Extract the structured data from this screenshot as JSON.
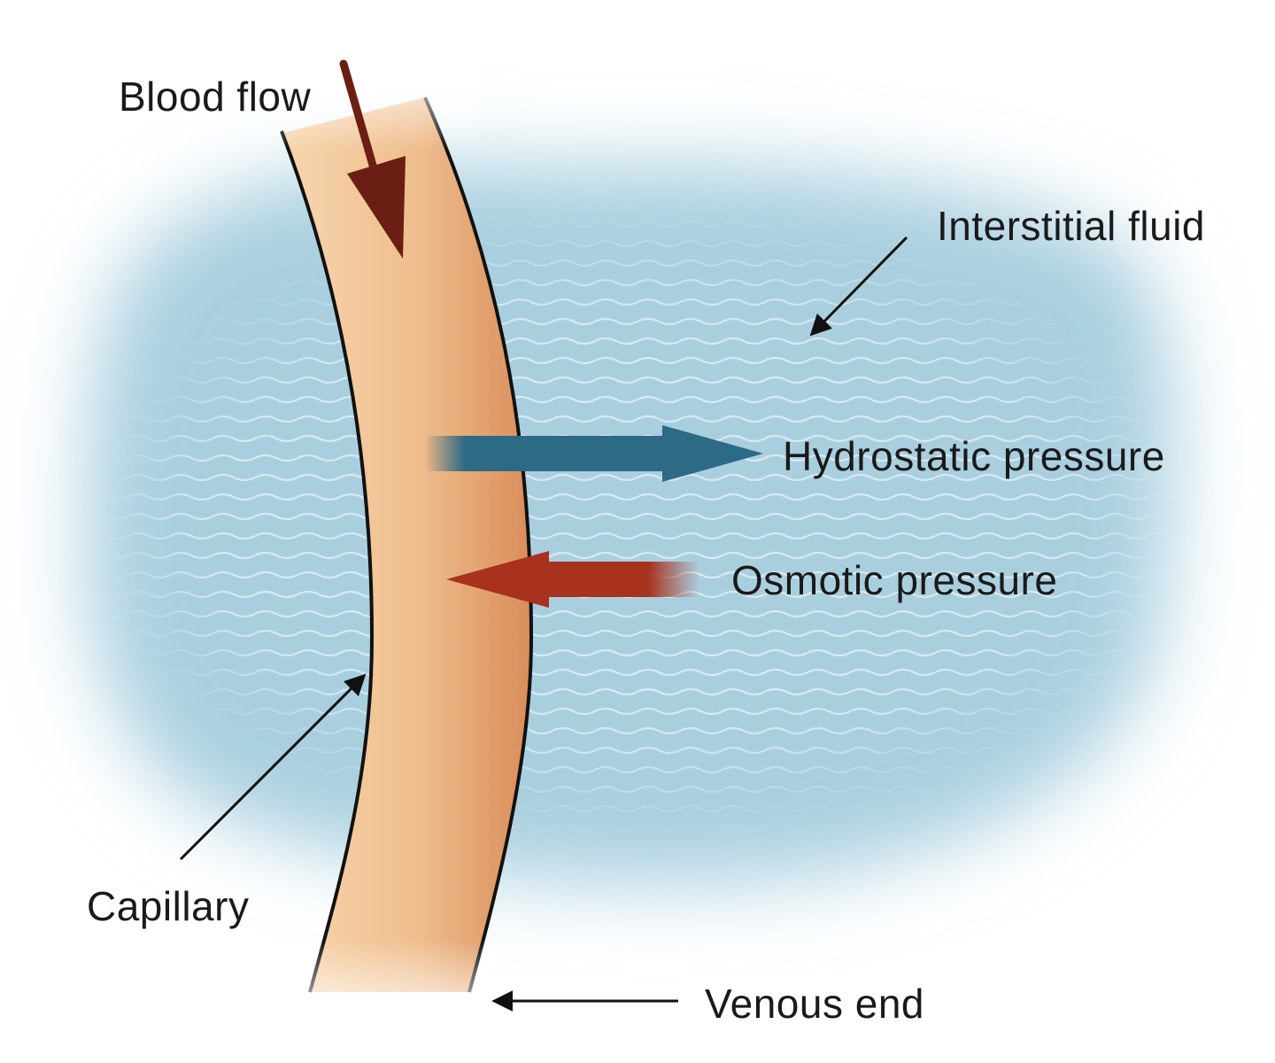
{
  "labels": {
    "blood_flow": "Blood flow",
    "interstitial_fluid": "Interstitial fluid",
    "hydrostatic_pressure": "Hydrostatic pressure",
    "osmotic_pressure": "Osmotic pressure",
    "capillary": "Capillary",
    "venous_end": "Venous end"
  },
  "colors": {
    "fluid": "#a9cfdf",
    "capillary_light": "#f3c99c",
    "capillary_dark": "#d9905e",
    "capillary_wall": "#111111",
    "blood_flow_arrow": "#6b1f14",
    "hydrostatic_arrow": "#2c6a86",
    "osmotic_arrow": "#a8321e",
    "leader_line": "#111111"
  }
}
